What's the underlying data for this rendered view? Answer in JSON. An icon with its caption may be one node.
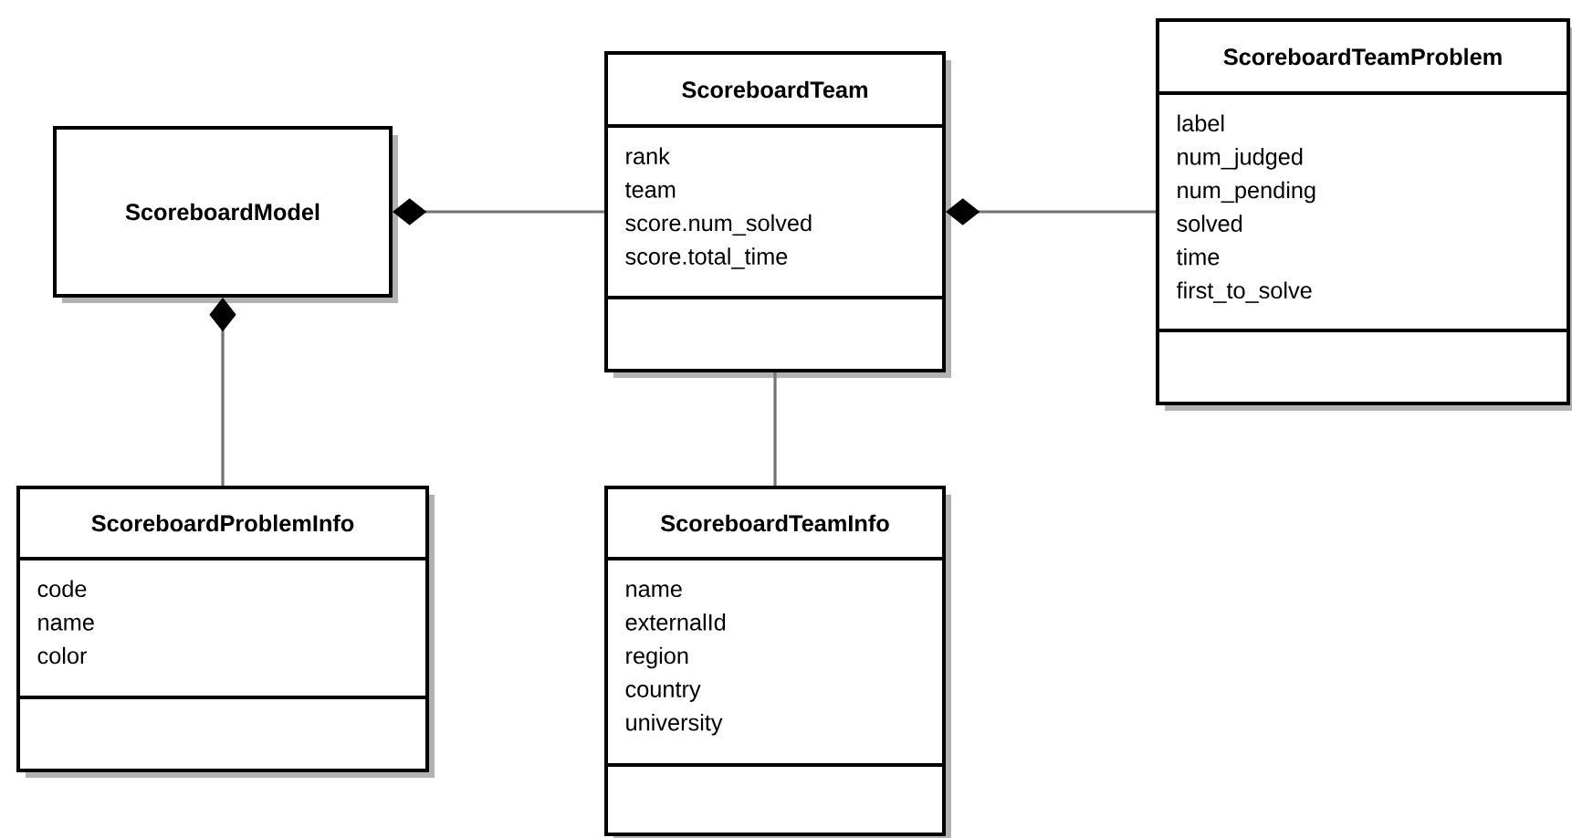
{
  "diagram": {
    "nodes": [
      {
        "text": [
          "ScoreboardModel"
        ]
      },
      {
        "text": [
          "ScoreboardTeam",
          "rank",
          "team",
          "score.num_solved",
          "score.total_time"
        ]
      },
      {
        "text": [
          "ScoreboardTeamProblem",
          "label",
          "num_judged",
          "num_pending",
          "solved",
          "time",
          "first_to_solve"
        ]
      },
      {
        "text": [
          "ScoreboardProblemInfo",
          "code",
          "name",
          "color"
        ]
      },
      {
        "text": [
          "ScoreboardTeamInfo",
          "name",
          "externalId",
          "region",
          "country",
          "university"
        ]
      }
    ],
    "edges": [
      {
        "from": 0,
        "to": 1,
        "arrow": "other"
      },
      {
        "from": 1,
        "to": 2,
        "arrow": "other"
      },
      {
        "from": 0,
        "to": 3,
        "arrow": "other"
      },
      {
        "from": 1,
        "to": 4,
        "arrow": "none"
      }
    ]
  }
}
